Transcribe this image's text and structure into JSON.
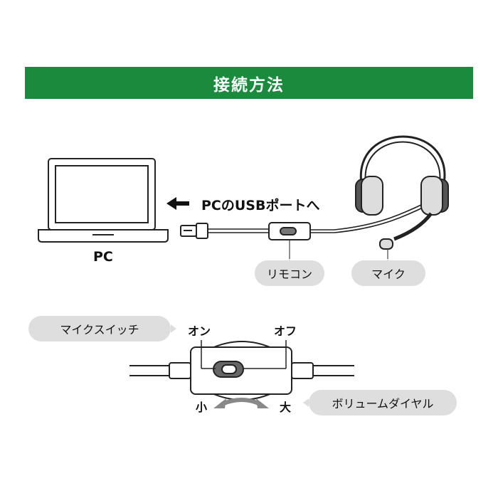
{
  "header": {
    "title": "接続方法"
  },
  "labels": {
    "usb_port": "PCのUSBポートへ",
    "pc": "PC",
    "remote": "リモコン",
    "mic": "マイク",
    "mic_switch": "マイクスイッチ",
    "on": "オン",
    "off": "オフ",
    "small": "小",
    "large": "大",
    "volume_dial": "ボリュームダイヤル"
  },
  "colors": {
    "banner": "#1a8a3d",
    "pill": "#dedede",
    "line": "#222222",
    "arrow": "#888888"
  }
}
